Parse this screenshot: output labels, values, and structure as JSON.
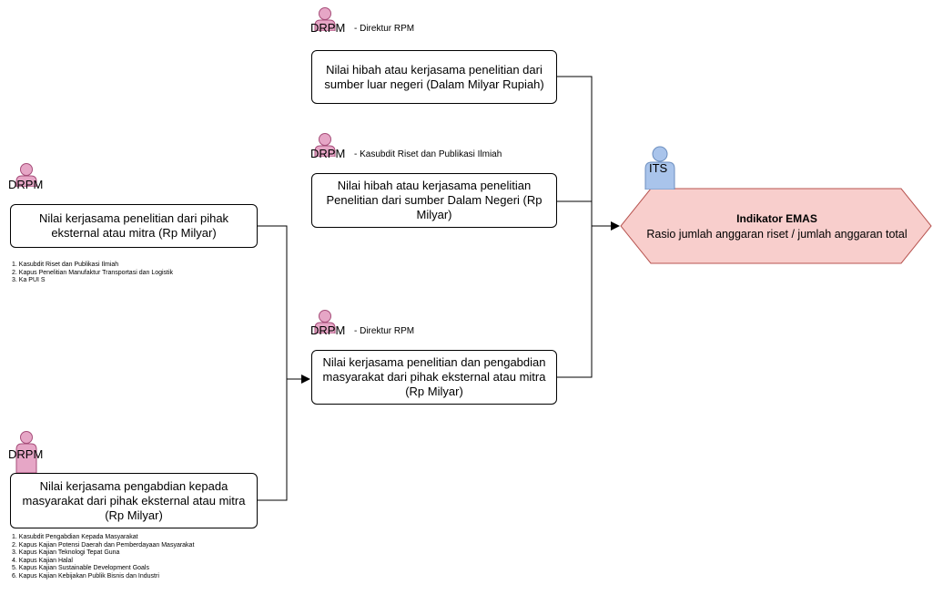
{
  "actors": [
    {
      "label": "DRPM",
      "role": "- Direktur RPM",
      "color": "pink"
    },
    {
      "label": "DRPM",
      "role": "- Kasubdit Riset dan Publikasi Ilmiah",
      "color": "pink"
    },
    {
      "label": "DRPM",
      "role": "- Direktur RPM",
      "color": "pink"
    },
    {
      "label": "DRPM",
      "role": "",
      "color": "pink"
    },
    {
      "label": "DRPM",
      "role": "",
      "color": "pink"
    },
    {
      "label": "ITS",
      "role": "",
      "color": "blue"
    }
  ],
  "boxes": {
    "luar_negeri": "Nilai hibah atau kerjasama penelitian dari sumber luar negeri (Dalam Milyar Rupiah)",
    "dalam_negeri": "Nilai hibah atau kerjasama penelitian Penelitian dari sumber Dalam Negeri (Rp Milyar)",
    "kerjasama_gabungan": "Nilai kerjasama penelitian dan pengabdian masyarakat dari pihak eksternal atau mitra (Rp Milyar)",
    "penelitian_mitra": "Nilai kerjasama penelitian dari pihak eksternal atau mitra (Rp Milyar)",
    "pengabdian_mitra": "Nilai kerjasama pengabdian kepada masyarakat dari pihak eksternal atau mitra (Rp Milyar)"
  },
  "indicator": {
    "title": "Indikator EMAS",
    "subtitle": "Rasio jumlah anggaran riset / jumlah anggaran total"
  },
  "notes_penelitian": [
    "1. Kasubdit Riset dan Publikasi Ilmiah",
    "2. Kapus Penelitian Manufaktur Transportasi dan Logistik",
    "3. Ka PUI S"
  ],
  "notes_pengabdian": [
    "1. Kasubdit Pengabdian Kepada Masyarakat",
    "2. Kapus Kajian Potensi Daerah dan Pemberdayaan Masyarakat",
    "3. Kapus Kajian Teknologi Tepat Guna",
    "4. Kapus Kajian Halal",
    "5. Kapus Kajian Sustainable Development Goals",
    "6. Kapus Kajian Kebijakan Publik Bisnis dan Industri"
  ],
  "colors": {
    "actor_pink": "#e6a6c6",
    "actor_pink_stroke": "#a64d79",
    "actor_blue": "#a9c4eb",
    "actor_blue_stroke": "#6c8ebf",
    "hexagon_fill": "#f8cecc",
    "hexagon_stroke": "#b85450"
  }
}
